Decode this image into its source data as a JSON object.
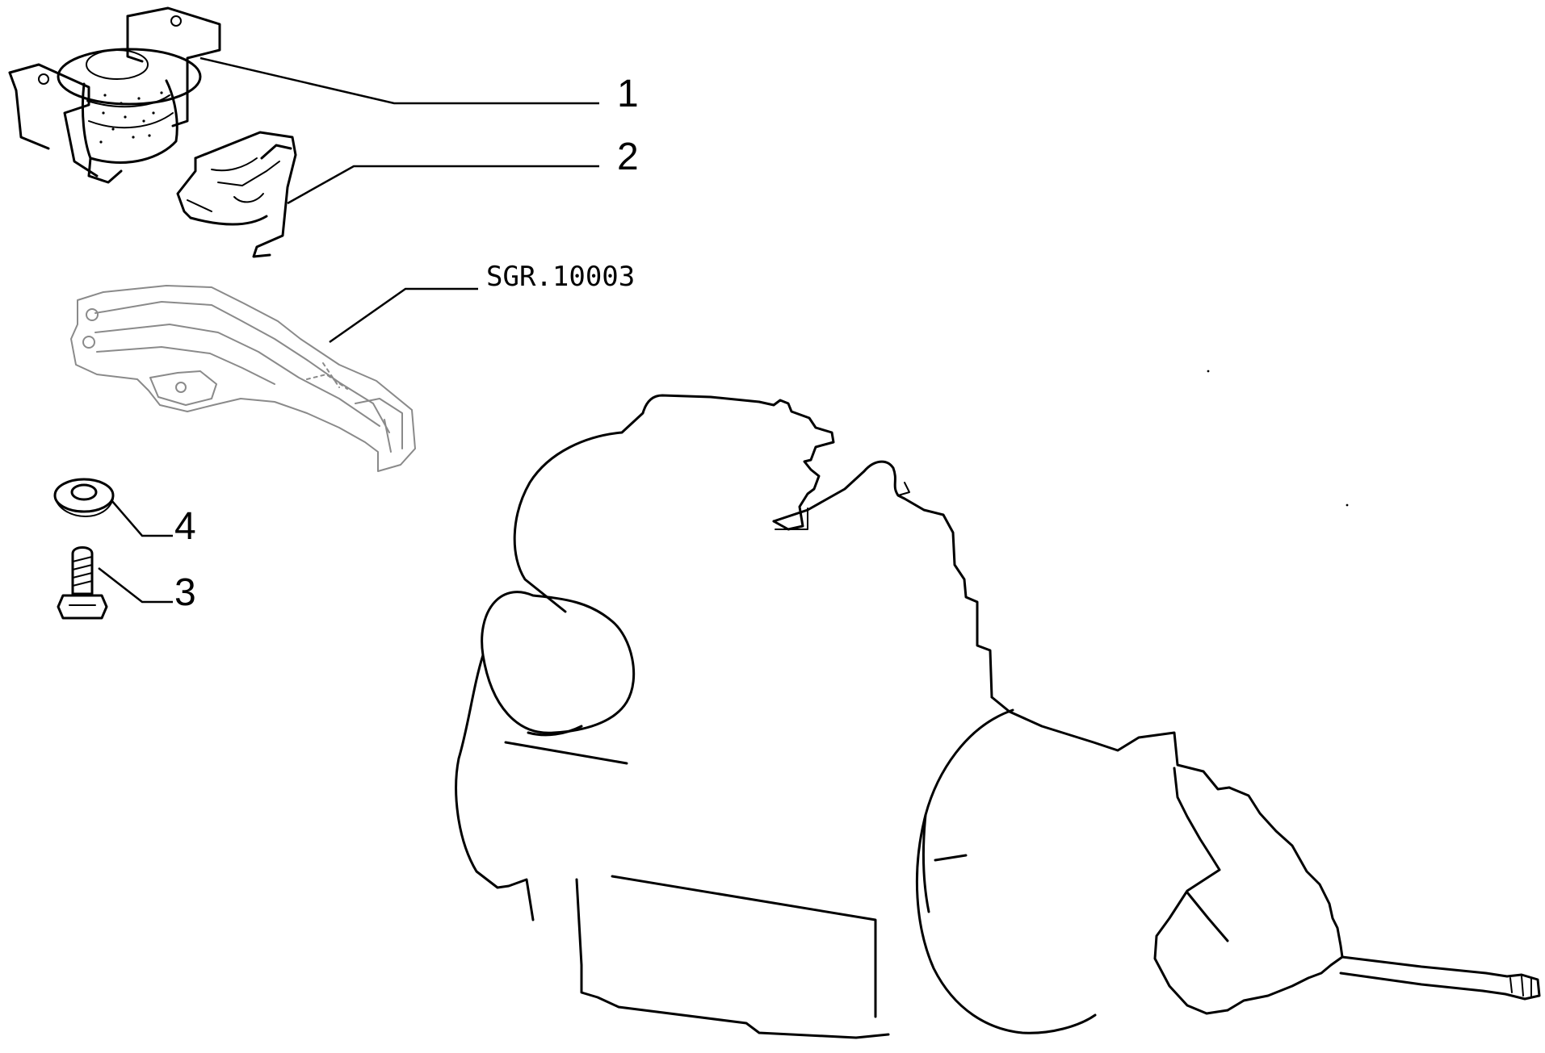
{
  "diagram": {
    "reference_code": "SGR.10003",
    "callouts": [
      {
        "id": "1",
        "label": "1",
        "part": "engine-mount"
      },
      {
        "id": "2",
        "label": "2",
        "part": "mount-bracket"
      },
      {
        "id": "3",
        "label": "3",
        "part": "bolt"
      },
      {
        "id": "4",
        "label": "4",
        "part": "washer"
      }
    ]
  }
}
